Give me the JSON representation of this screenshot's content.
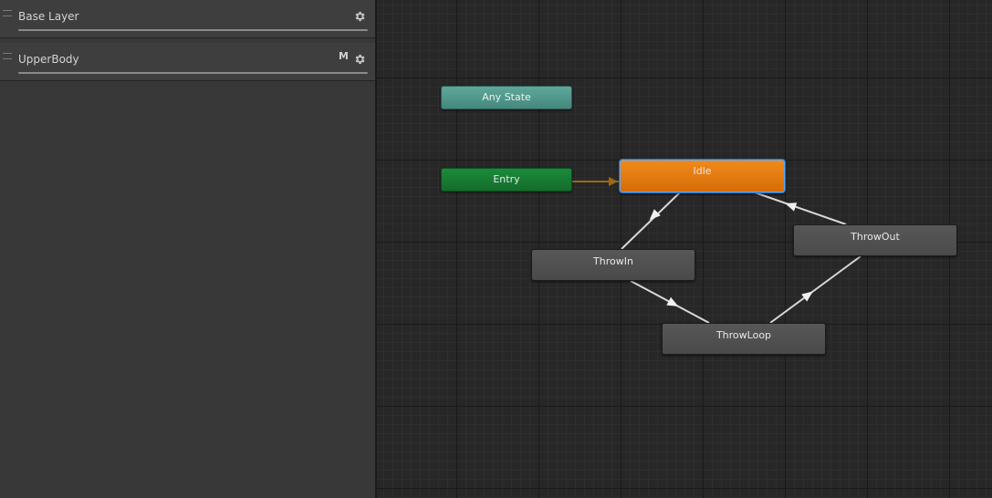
{
  "layers": [
    {
      "name": "Base Layer",
      "badge": "",
      "settings_icon": "gear-icon"
    },
    {
      "name": "UpperBody",
      "badge": "M",
      "settings_icon": "gear-icon"
    }
  ],
  "states": {
    "any_state": "Any State",
    "entry": "Entry",
    "idle": "Idle",
    "throw_in": "ThrowIn",
    "throw_out": "ThrowOut",
    "throw_loop": "ThrowLoop"
  },
  "colors": {
    "any_state": "#4f9a8d",
    "entry": "#167a33",
    "default_state": "#e07a10",
    "state": "#505050",
    "selection": "#5aa8ff",
    "transition": "#d8d8d8",
    "entry_transition": "#9a6a10"
  }
}
